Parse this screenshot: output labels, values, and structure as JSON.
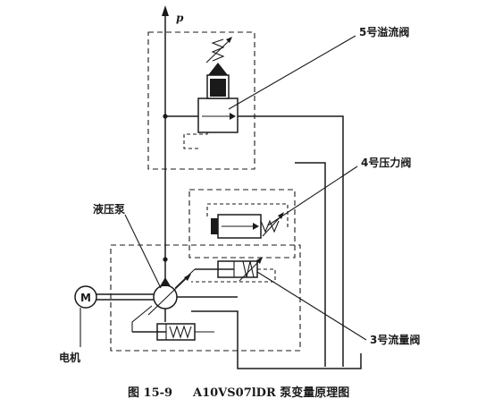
{
  "labels": {
    "pressure_line": "p",
    "relief_valve": "5号溢流阀",
    "pressure_valve": "4号压力阀",
    "hydraulic_pump": "液压泵",
    "flow_valve": "3号流量阀",
    "motor_symbol": "M",
    "motor": "电机"
  },
  "caption": {
    "figure_number": "图 15-9",
    "title": "A10VS07lDR 泵变量原理图"
  }
}
